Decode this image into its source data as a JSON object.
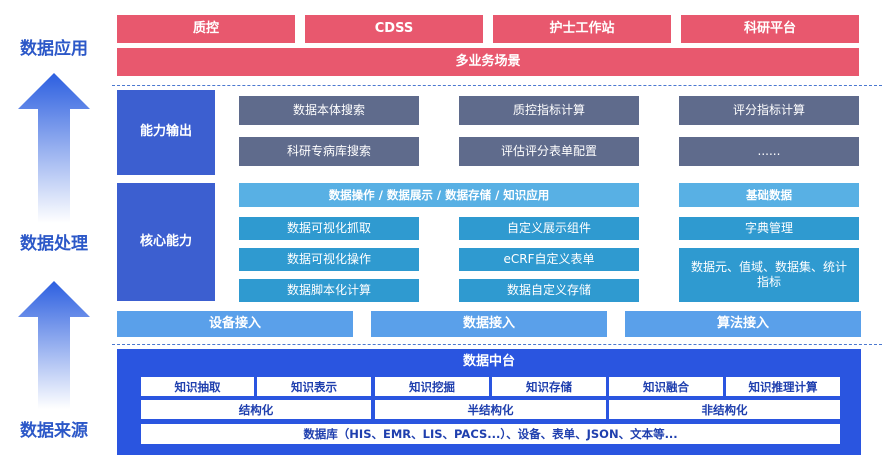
{
  "side_labels": {
    "application": "数据应用",
    "processing": "数据处理",
    "source": "数据来源"
  },
  "application": {
    "top": [
      "质控",
      "CDSS",
      "护士工作站",
      "科研平台"
    ],
    "scenario": "多业务场景"
  },
  "capability_output": {
    "label": "能力输出",
    "items": [
      "数据本体搜索",
      "质控指标计算",
      "评分指标计算",
      "科研专病库搜索",
      "评估评分表单配置",
      "......"
    ]
  },
  "core_capability": {
    "label": "核心能力",
    "header_left": "数据操作 / 数据展示 / 数据存储 / 知识应用",
    "header_right": "基础数据",
    "col1": [
      "数据可视化抓取",
      "数据可视化操作",
      "数据脚本化计算"
    ],
    "col2": [
      "自定义展示组件",
      "eCRF自定义表单",
      "数据自定义存储"
    ],
    "col3": [
      "字典管理",
      "数据元、值域、数据集、统计指标"
    ]
  },
  "access": [
    "设备接入",
    "数据接入",
    "算法接入"
  ],
  "data_platform": {
    "title": "数据中台",
    "knowledge": [
      "知识抽取",
      "知识表示",
      "知识挖掘",
      "知识存储",
      "知识融合",
      "知识推理计算"
    ],
    "structure": [
      "结构化",
      "半结构化",
      "非结构化"
    ],
    "sources": "数据库（HIS、EMR、LIS、PACS...）、设备、表单、JSON、文本等..."
  },
  "colors": {
    "app_pink": "#e8586e",
    "output_gray": "#5f6b8c",
    "core_light_blue": "#58b0e4",
    "core_mid_blue": "#2f9ad0",
    "label_indigo": "#3c5fd0",
    "access_blue": "#5aa0ea",
    "platform_blue": "#2a55e0",
    "side_text": "#2c58c8"
  }
}
